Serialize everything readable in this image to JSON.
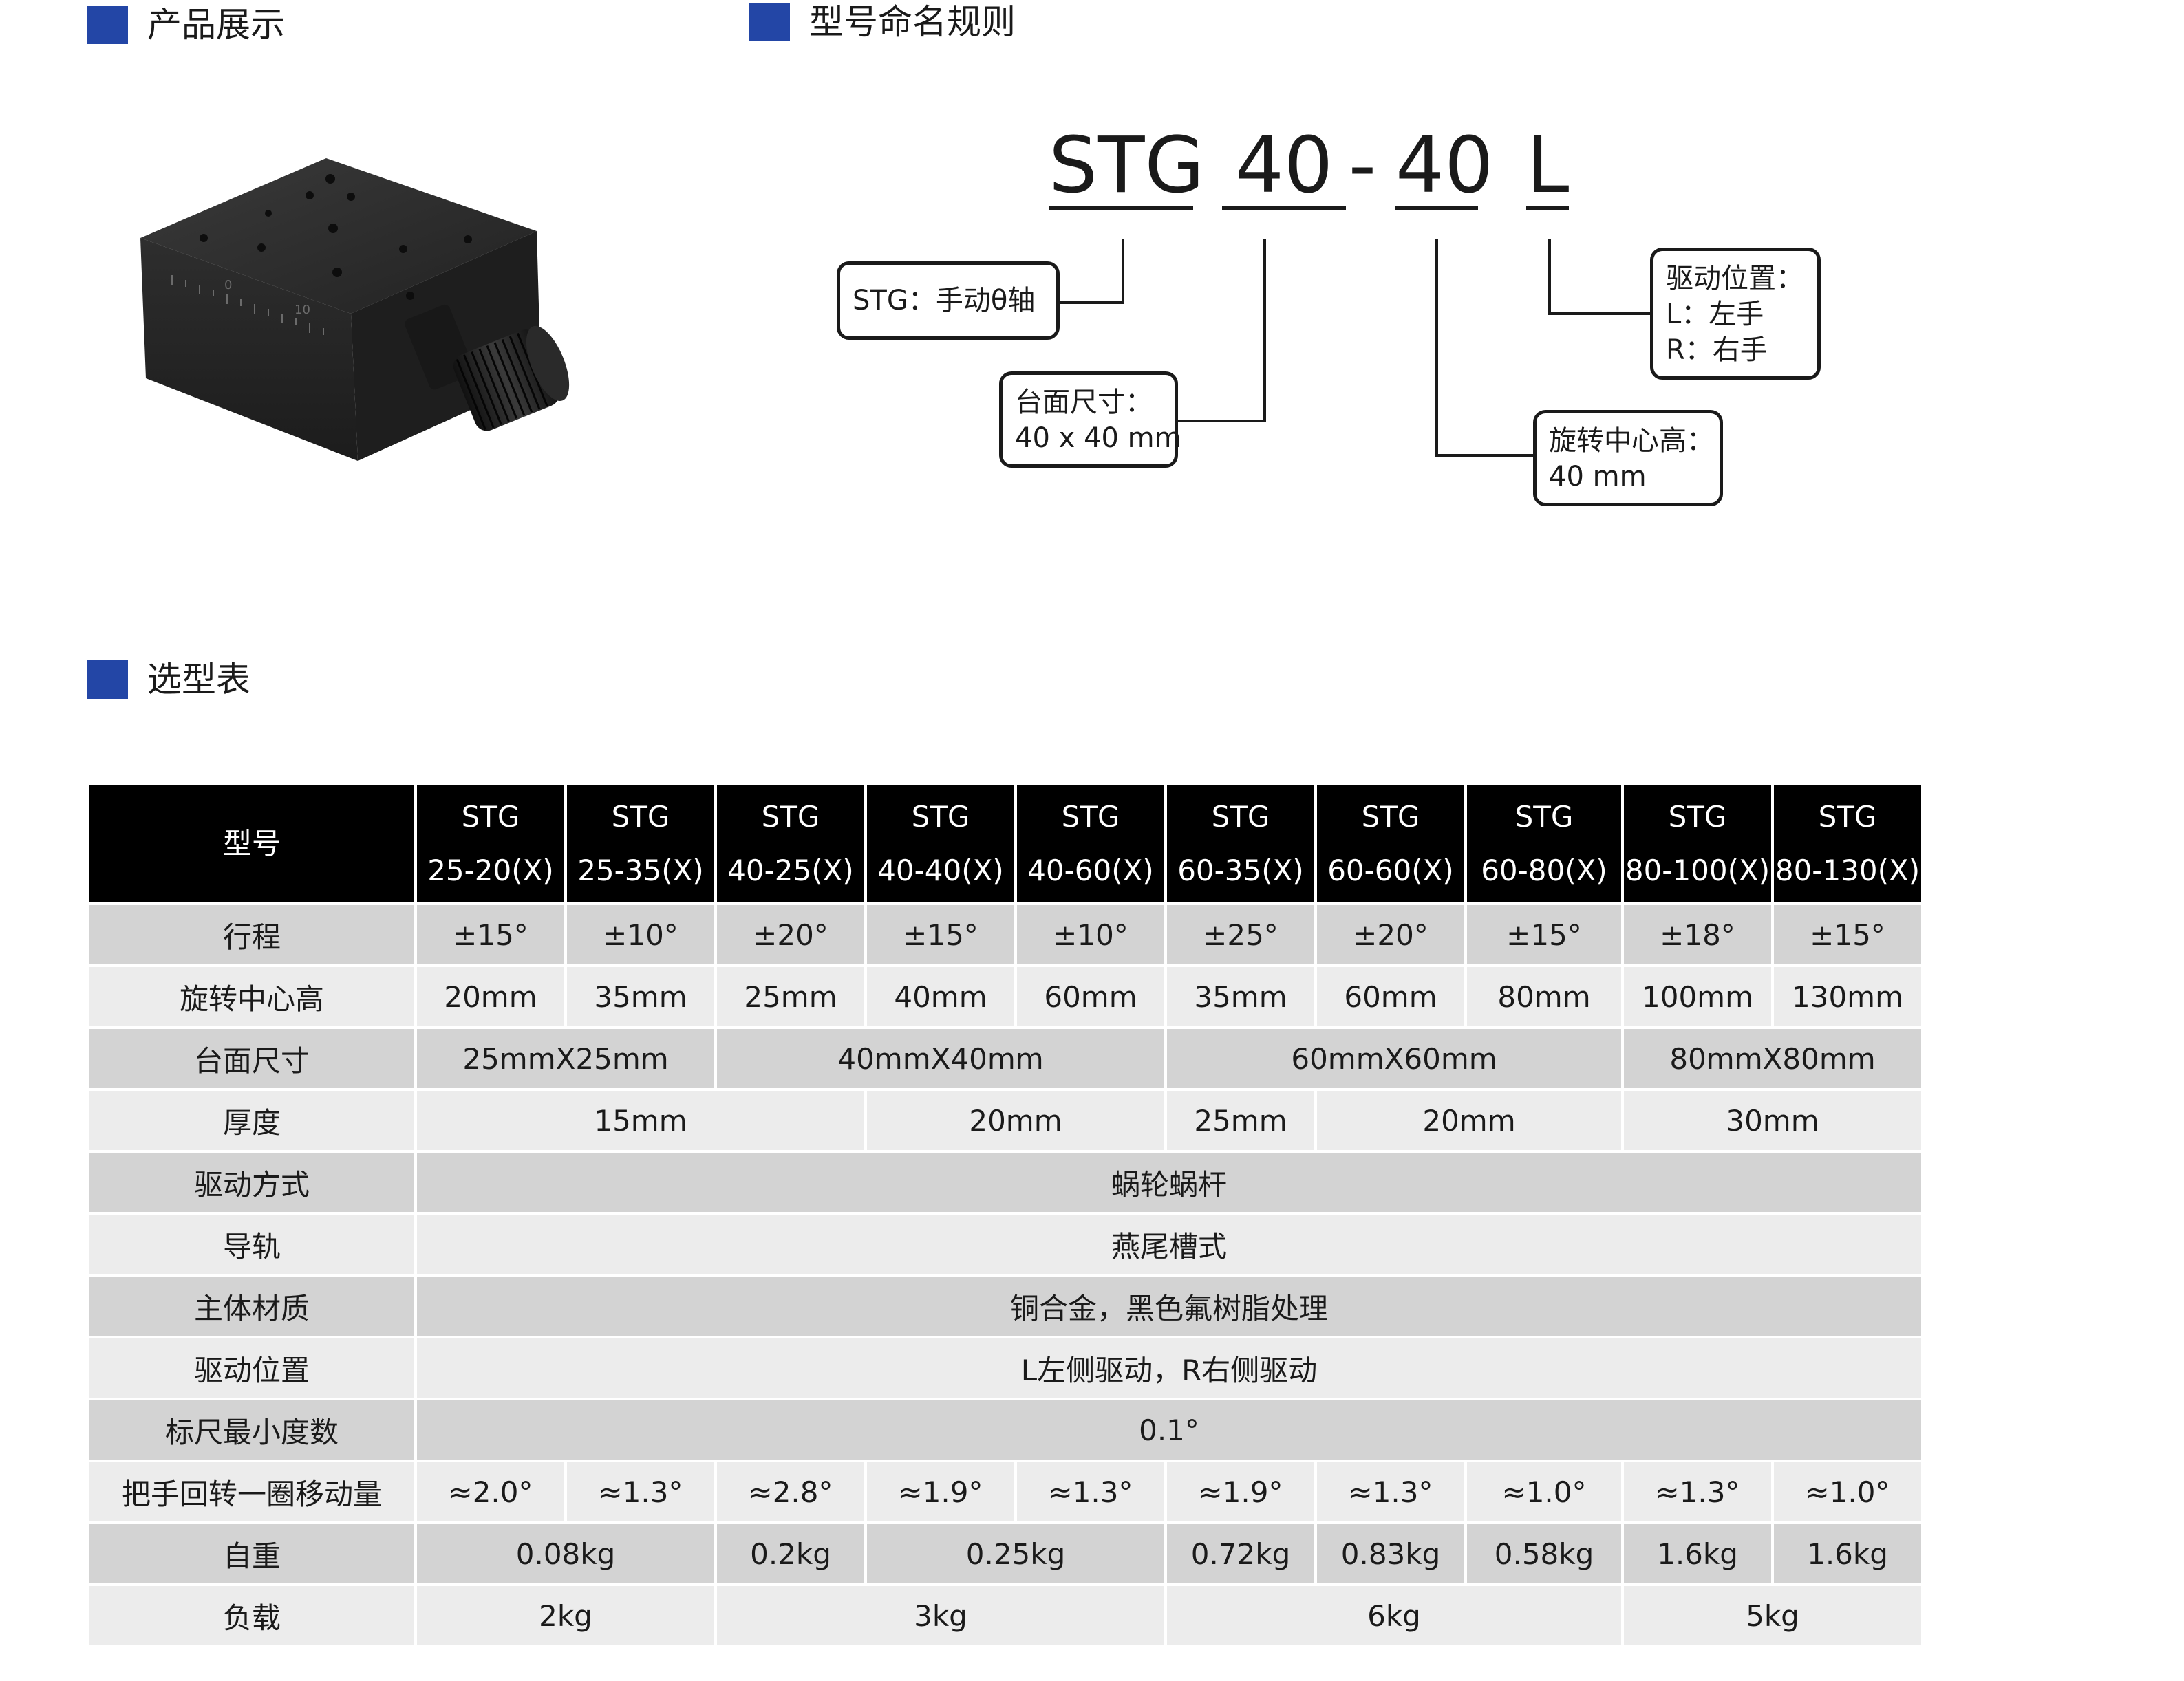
{
  "sections": {
    "product": "产品展示",
    "naming": "型号命名规则",
    "selection": "选型表"
  },
  "naming": {
    "parts": [
      "STG",
      "40",
      "-",
      "40",
      "L"
    ],
    "callouts": {
      "series": [
        "STG：手动θ轴"
      ],
      "table_size": [
        "台面尺寸：",
        "40 x 40 mm"
      ],
      "center_height": [
        "旋转中心高：",
        "40 mm"
      ],
      "drive_position": [
        "驱动位置：",
        "L：左手",
        "R：右手"
      ]
    }
  },
  "product_image": {
    "icon": "rotary-stage-photo",
    "body_color": "#2b2b2b",
    "scale_marks": [
      "0",
      "10"
    ]
  },
  "table": {
    "header_label": "型号",
    "models": [
      [
        "STG",
        "25-20(X)"
      ],
      [
        "STG",
        "25-35(X)"
      ],
      [
        "STG",
        "40-25(X)"
      ],
      [
        "STG",
        "40-40(X)"
      ],
      [
        "STG",
        "40-60(X)"
      ],
      [
        "STG",
        "60-35(X)"
      ],
      [
        "STG",
        "60-60(X)"
      ],
      [
        "STG",
        "60-80(X)"
      ],
      [
        "STG",
        "80-100(X)"
      ],
      [
        "STG",
        "80-130(X)"
      ]
    ],
    "rows": [
      {
        "label": "行程",
        "cells": [
          {
            "text": "±15°",
            "span": 1
          },
          {
            "text": "±10°",
            "span": 1
          },
          {
            "text": "±20°",
            "span": 1
          },
          {
            "text": "±15°",
            "span": 1
          },
          {
            "text": "±10°",
            "span": 1
          },
          {
            "text": "±25°",
            "span": 1
          },
          {
            "text": "±20°",
            "span": 1
          },
          {
            "text": "±15°",
            "span": 1
          },
          {
            "text": "±18°",
            "span": 1
          },
          {
            "text": "±15°",
            "span": 1
          }
        ]
      },
      {
        "label": "旋转中心高",
        "cells": [
          {
            "text": "20mm",
            "span": 1
          },
          {
            "text": "35mm",
            "span": 1
          },
          {
            "text": "25mm",
            "span": 1
          },
          {
            "text": "40mm",
            "span": 1
          },
          {
            "text": "60mm",
            "span": 1
          },
          {
            "text": "35mm",
            "span": 1
          },
          {
            "text": "60mm",
            "span": 1
          },
          {
            "text": "80mm",
            "span": 1
          },
          {
            "text": "100mm",
            "span": 1
          },
          {
            "text": "130mm",
            "span": 1
          }
        ]
      },
      {
        "label": "台面尺寸",
        "cells": [
          {
            "text": "25mmX25mm",
            "span": 2
          },
          {
            "text": "40mmX40mm",
            "span": 3
          },
          {
            "text": "60mmX60mm",
            "span": 3
          },
          {
            "text": "80mmX80mm",
            "span": 2
          }
        ]
      },
      {
        "label": "厚度",
        "cells": [
          {
            "text": "15mm",
            "span": 3
          },
          {
            "text": "20mm",
            "span": 2
          },
          {
            "text": "25mm",
            "span": 1
          },
          {
            "text": "20mm",
            "span": 2
          },
          {
            "text": "30mm",
            "span": 2
          }
        ]
      },
      {
        "label": "驱动方式",
        "cells": [
          {
            "text": "蜗轮蜗杆",
            "span": 10
          }
        ]
      },
      {
        "label": "导轨",
        "cells": [
          {
            "text": "燕尾槽式",
            "span": 10
          }
        ]
      },
      {
        "label": "主体材质",
        "cells": [
          {
            "text": "铜合金，黑色氟树脂处理",
            "span": 10
          }
        ]
      },
      {
        "label": "驱动位置",
        "cells": [
          {
            "text": "L左侧驱动，R右侧驱动",
            "span": 10
          }
        ]
      },
      {
        "label": "标尺最小度数",
        "cells": [
          {
            "text": "0.1°",
            "span": 10
          }
        ]
      },
      {
        "label": "把手回转一圈移动量",
        "cells": [
          {
            "text": "≈2.0°",
            "span": 1
          },
          {
            "text": "≈1.3°",
            "span": 1
          },
          {
            "text": "≈2.8°",
            "span": 1
          },
          {
            "text": "≈1.9°",
            "span": 1
          },
          {
            "text": "≈1.3°",
            "span": 1
          },
          {
            "text": "≈1.9°",
            "span": 1
          },
          {
            "text": "≈1.3°",
            "span": 1
          },
          {
            "text": "≈1.0°",
            "span": 1
          },
          {
            "text": "≈1.3°",
            "span": 1
          },
          {
            "text": "≈1.0°",
            "span": 1
          }
        ]
      },
      {
        "label": "自重",
        "cells": [
          {
            "text": "0.08kg",
            "span": 2
          },
          {
            "text": "0.2kg",
            "span": 1
          },
          {
            "text": "0.25kg",
            "span": 2
          },
          {
            "text": "0.72kg",
            "span": 1
          },
          {
            "text": "0.83kg",
            "span": 1
          },
          {
            "text": "0.58kg",
            "span": 1
          },
          {
            "text": "1.6kg",
            "span": 1
          },
          {
            "text": "1.6kg",
            "span": 1
          }
        ]
      },
      {
        "label": "负载",
        "cells": [
          {
            "text": "2kg",
            "span": 2
          },
          {
            "text": "3kg",
            "span": 3
          },
          {
            "text": "6kg",
            "span": 3
          },
          {
            "text": "5kg",
            "span": 2
          }
        ]
      }
    ]
  },
  "colors": {
    "accent": "#2346a6",
    "header_bg": "#000000",
    "row_dark": "#d3d3d3",
    "row_light": "#ececec"
  }
}
